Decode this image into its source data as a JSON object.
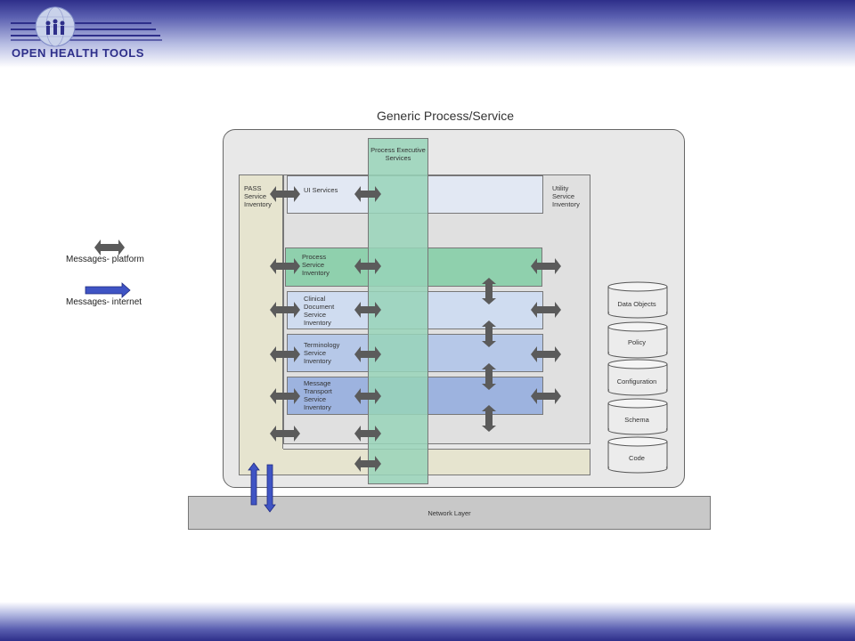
{
  "logo": {
    "text": "OPEN HEALTH TOOLS"
  },
  "diagram": {
    "title": "Generic Process/Service",
    "pass_inventory": "PASS Service Inventory",
    "utility_inventory": "Utility Service Inventory",
    "process_executive": "Process Executive Services",
    "network_layer": "Network Layer",
    "layers": [
      {
        "label": "UI Services",
        "color": "#e2e8f3"
      },
      {
        "label": "Process Service Inventory",
        "color": "#8fd0ad"
      },
      {
        "label": "Clinical Document Service Inventory",
        "color": "#cfdcf0"
      },
      {
        "label": "Terminology Service Inventory",
        "color": "#b6c8e8"
      },
      {
        "label": "Message Transport Service Inventory",
        "color": "#9db3df"
      }
    ],
    "cylinders": [
      "Data Objects",
      "Policy",
      "Configuration",
      "Schema",
      "Code"
    ]
  },
  "legend": {
    "platform": "Messages- platform",
    "internet": "Messages- internet"
  },
  "colors": {
    "band": "#2e2f8a",
    "arrow_gray": "#5b5b5b",
    "arrow_blue": "#3f54c4",
    "exec_column": "#a9dbc5",
    "pass_bg": "#e6e4cf",
    "utility_bg": "#e0e0e0",
    "network_bg": "#c8c8c8"
  }
}
